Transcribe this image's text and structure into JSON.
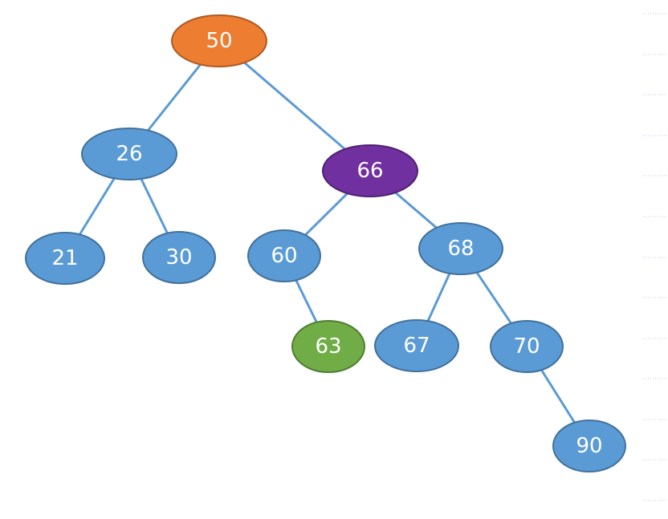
{
  "diagram": {
    "colors": {
      "default_fill": "#5b9bd5",
      "default_stroke": "#41719c",
      "edge": "#5b9bd5",
      "text": "#ffffff",
      "root_fill": "#ed7d31",
      "root_stroke": "#ae5a21",
      "highlight_fill": "#7030a0",
      "highlight_stroke": "#4f2270",
      "inserted_fill": "#70ad47",
      "inserted_stroke": "#507e32"
    },
    "nodes": [
      {
        "id": "n50",
        "label": "50",
        "role": "root"
      },
      {
        "id": "n26",
        "label": "26",
        "role": "default"
      },
      {
        "id": "n66",
        "label": "66",
        "role": "highlight"
      },
      {
        "id": "n21",
        "label": "21",
        "role": "default"
      },
      {
        "id": "n30",
        "label": "30",
        "role": "default"
      },
      {
        "id": "n60",
        "label": "60",
        "role": "default"
      },
      {
        "id": "n68",
        "label": "68",
        "role": "default"
      },
      {
        "id": "n63",
        "label": "63",
        "role": "inserted"
      },
      {
        "id": "n67",
        "label": "67",
        "role": "default"
      },
      {
        "id": "n70",
        "label": "70",
        "role": "default"
      },
      {
        "id": "n90",
        "label": "90",
        "role": "default"
      }
    ],
    "edges": [
      {
        "from": "n50",
        "to": "n26"
      },
      {
        "from": "n50",
        "to": "n66"
      },
      {
        "from": "n26",
        "to": "n21"
      },
      {
        "from": "n26",
        "to": "n30"
      },
      {
        "from": "n66",
        "to": "n60"
      },
      {
        "from": "n66",
        "to": "n68"
      },
      {
        "from": "n60",
        "to": "n63"
      },
      {
        "from": "n68",
        "to": "n67"
      },
      {
        "from": "n68",
        "to": "n70"
      },
      {
        "from": "n70",
        "to": "n90"
      }
    ]
  }
}
